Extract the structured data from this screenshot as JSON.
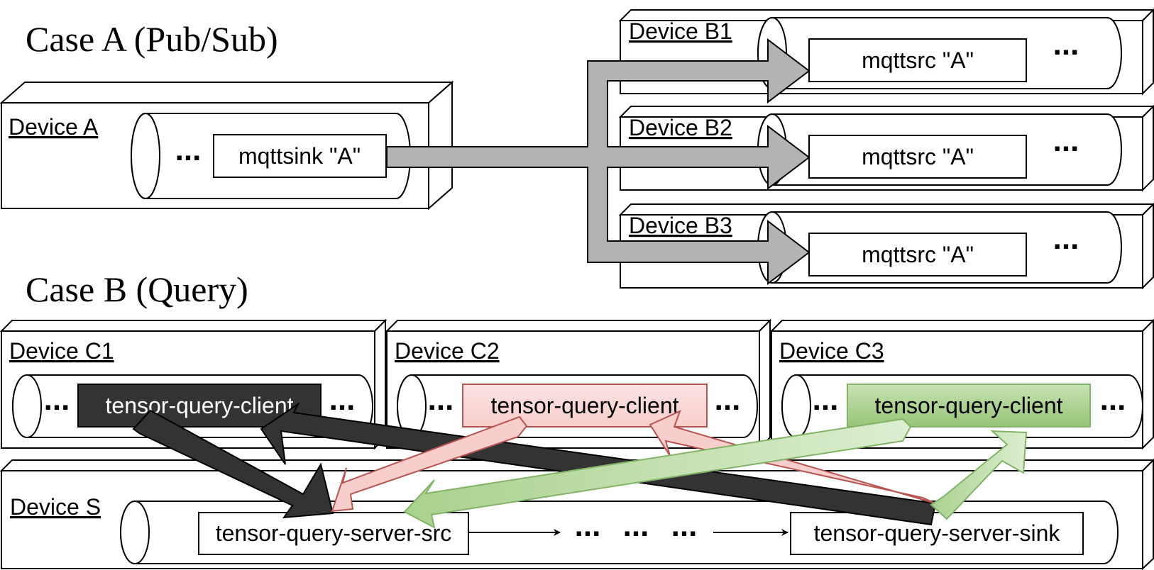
{
  "case_a": {
    "title": "Case A (Pub/Sub)",
    "device_a": {
      "label": "Device A",
      "ellipsis": "...",
      "element": "mqttsink \"A\""
    },
    "subscribers": [
      {
        "label": "Device B1",
        "element": "mqttsrc \"A\"",
        "ellipsis": "..."
      },
      {
        "label": "Device B2",
        "element": "mqttsrc \"A\"",
        "ellipsis": "..."
      },
      {
        "label": "Device B3",
        "element": "mqttsrc \"A\"",
        "ellipsis": "..."
      }
    ]
  },
  "case_b": {
    "title": "Case B (Query)",
    "clients": [
      {
        "label": "Device C1",
        "element": "tensor-query-client",
        "ellipsis_left": "...",
        "ellipsis_right": "...",
        "color": "#333333",
        "text_color": "#ffffff"
      },
      {
        "label": "Device C2",
        "element": "tensor-query-client",
        "ellipsis_left": "...",
        "ellipsis_right": "...",
        "color": "#f8cecc",
        "text_color": "#000000"
      },
      {
        "label": "Device C3",
        "element": "tensor-query-client",
        "ellipsis_left": "...",
        "ellipsis_right": "...",
        "color": "#a9d18e",
        "text_color": "#000000"
      }
    ],
    "server": {
      "label": "Device S",
      "src": "tensor-query-server-src",
      "sink": "tensor-query-server-sink",
      "middle": [
        "...",
        "...",
        "..."
      ]
    }
  },
  "colors": {
    "stroke": "#000000",
    "mqtt_arrow": "#b3b3b3",
    "dark_arrow": "#333333",
    "red_fill": "#f8cecc",
    "red_stroke": "#b85450",
    "green_fill": "#a9d18e",
    "green_stroke": "#82b366"
  }
}
